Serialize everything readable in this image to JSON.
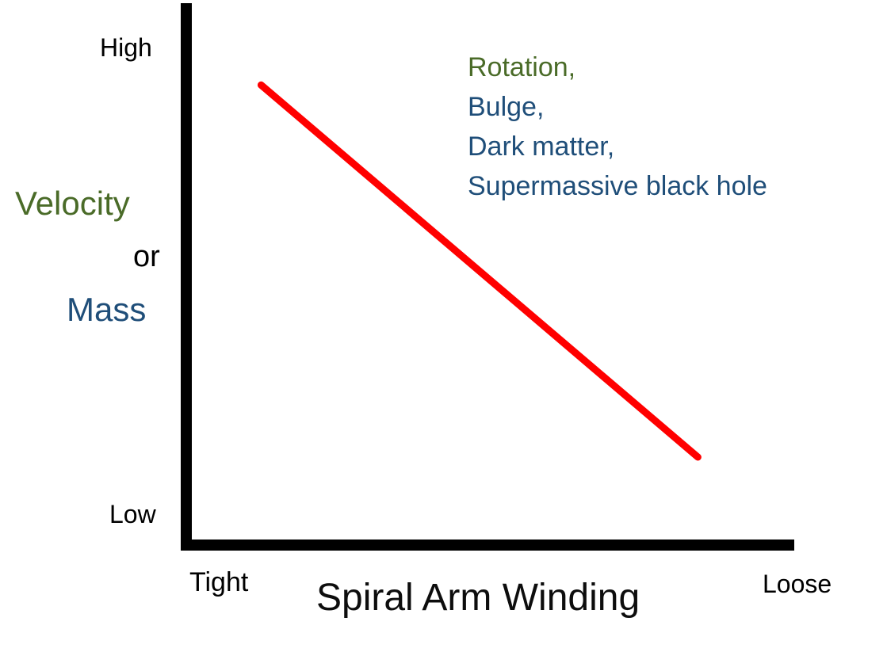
{
  "chart_data": {
    "type": "line",
    "title": "",
    "xlabel": "Spiral Arm Winding",
    "ylabel": "Velocity or Mass",
    "x_axis": {
      "left_label": "Tight",
      "right_label": "Loose",
      "range": [
        0,
        1
      ]
    },
    "y_axis": {
      "top_label": "High",
      "bottom_label": "Low",
      "range": [
        0,
        1
      ]
    },
    "grid": false,
    "legend": "none",
    "series": [
      {
        "name": "winding-vs-velocity-mass-trend",
        "color": "#ff0000",
        "x": [
          0.115,
          0.84
        ],
        "y": [
          0.855,
          0.155
        ],
        "trend": "negative-linear"
      }
    ],
    "annotations": [
      {
        "text": "Rotation,",
        "color": "#4a6b28"
      },
      {
        "text": "Bulge,",
        "color": "#1f4e79"
      },
      {
        "text": "Dark matter,",
        "color": "#1f4e79"
      },
      {
        "text": "Supermassive black hole",
        "color": "#1f4e79"
      }
    ]
  },
  "labels": {
    "y_high": "High",
    "y_low": "Low",
    "x_tight": "Tight",
    "x_loose": "Loose",
    "x_title": "Spiral Arm Winding",
    "y_title_velocity": "Velocity",
    "y_title_or": "or",
    "y_title_mass": "Mass"
  },
  "colors": {
    "axis": "#000000",
    "velocity_green": "#4a6b28",
    "mass_blue": "#1f4e79",
    "trend_red": "#ff0000",
    "background": "#ffffff"
  }
}
